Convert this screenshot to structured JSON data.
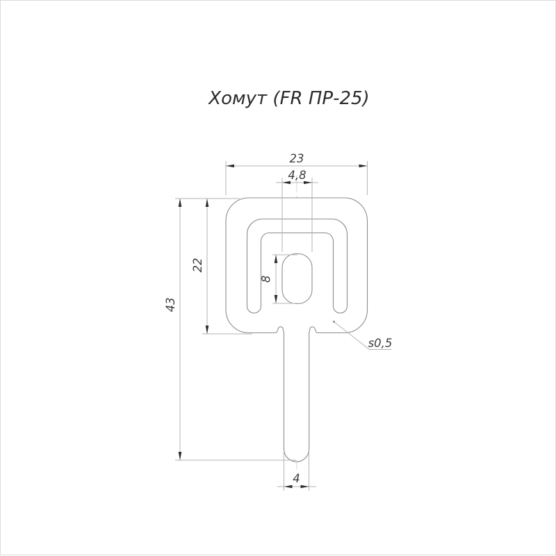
{
  "page": {
    "background": "#ffffff",
    "border_color": "#dcdcdc"
  },
  "title": {
    "text": "Хомут (FR ПР-25)",
    "part_name": "Хомут",
    "model": "FR ПР-25"
  },
  "drawing": {
    "kind": "technical-profile-cross-section",
    "dims": {
      "overall_width": "23",
      "hole_width": "4,8",
      "head_height": "22",
      "overall_height": "43",
      "hole_height": "8",
      "stem_width": "4",
      "wall_thickness": "s0,5"
    },
    "colors": {
      "contour": "#8c8c8c",
      "dimension_lines": "#b3b3b3",
      "centerline": "#d9d9d9",
      "arrows": "#2e2e2e",
      "text": "#3c3c3c",
      "title_text": "#2b2b2b",
      "background": "#ffffff"
    }
  }
}
